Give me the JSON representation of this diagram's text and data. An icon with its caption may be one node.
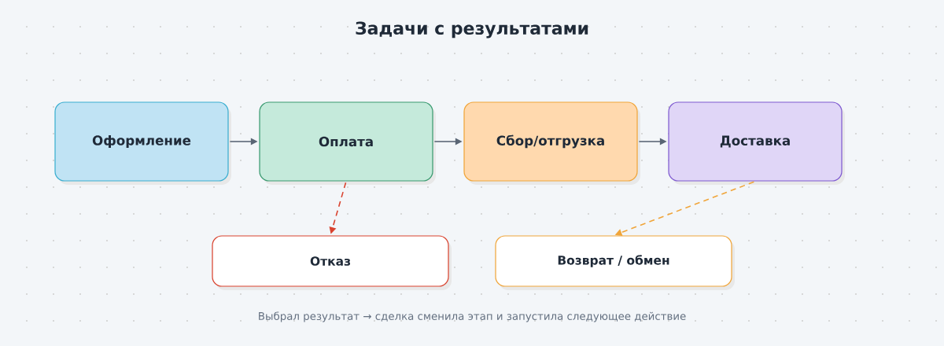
{
  "diagram": {
    "title": "Задачи с результатами",
    "nodes": [
      {
        "text": [
          "Оформление"
        ]
      },
      {
        "text": [
          "Оплата"
        ]
      },
      {
        "text": [
          "Сбор/отгрузка"
        ]
      },
      {
        "text": [
          "Доставка"
        ]
      },
      {
        "text": [
          "Отказ"
        ]
      },
      {
        "text": [
          "Возврат / обмен"
        ]
      }
    ],
    "edges": [
      {
        "from": 0,
        "to": 1,
        "arrow": "to"
      },
      {
        "from": 1,
        "to": 2,
        "arrow": "to"
      },
      {
        "from": 2,
        "to": 3,
        "arrow": "to"
      },
      {
        "from": 1,
        "to": 4,
        "arrow": "to",
        "style": "dashed",
        "color": "#d9432f"
      },
      {
        "from": 3,
        "to": 5,
        "arrow": "to",
        "style": "dashed",
        "color": "#f0a53a"
      }
    ],
    "caption": "Выбрал результат → сделка сменила этап и запустила следующее действие"
  }
}
